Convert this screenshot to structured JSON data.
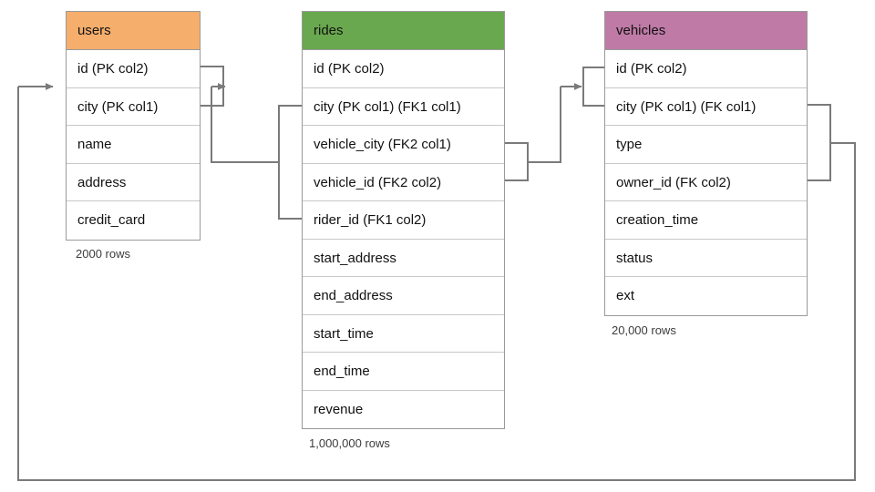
{
  "diagram": {
    "type": "entity-relationship-diagram",
    "background": "#ffffff",
    "line_color": "#7a7a7a"
  },
  "tables": [
    {
      "id": "users",
      "name": "users",
      "header_color": "#f5ae6b",
      "row_count_label": "2000 rows",
      "columns": [
        {
          "label": "id (PK col2)"
        },
        {
          "label": "city (PK col1)"
        },
        {
          "label": "name"
        },
        {
          "label": "address"
        },
        {
          "label": "credit_card"
        }
      ]
    },
    {
      "id": "rides",
      "name": "rides",
      "header_color": "#69a84f",
      "row_count_label": "1,000,000 rows",
      "columns": [
        {
          "label": "id (PK col2)"
        },
        {
          "label": "city (PK col1) (FK1 col1)"
        },
        {
          "label": "vehicle_city (FK2 col1)"
        },
        {
          "label": "vehicle_id (FK2 col2)"
        },
        {
          "label": "rider_id (FK1 col2)"
        },
        {
          "label": "start_address"
        },
        {
          "label": "end_address"
        },
        {
          "label": "start_time"
        },
        {
          "label": "end_time"
        },
        {
          "label": "revenue"
        }
      ]
    },
    {
      "id": "vehicles",
      "name": "vehicles",
      "header_color": "#bf7aa6",
      "row_count_label": "20,000 rows",
      "columns": [
        {
          "label": "id (PK col2)"
        },
        {
          "label": "city (PK col1) (FK col1)"
        },
        {
          "label": "type"
        },
        {
          "label": "owner_id (FK col2)"
        },
        {
          "label": "creation_time"
        },
        {
          "label": "status"
        },
        {
          "label": "ext"
        }
      ]
    }
  ],
  "relationships": [
    {
      "name": "rides-rider-to-users",
      "from_table": "rides",
      "from_columns": [
        "city (PK col1) (FK1 col1)",
        "rider_id (FK1 col2)"
      ],
      "to_table": "users",
      "to_columns": [
        "id (PK col2)",
        "city (PK col1)"
      ]
    },
    {
      "name": "rides-vehicle-to-vehicles",
      "from_table": "rides",
      "from_columns": [
        "vehicle_city (FK2 col1)",
        "vehicle_id (FK2 col2)"
      ],
      "to_table": "vehicles",
      "to_columns": [
        "id (PK col2)",
        "city (PK col1) (FK col1)"
      ]
    },
    {
      "name": "vehicles-owner-to-users",
      "from_table": "vehicles",
      "from_columns": [
        "city (PK col1) (FK col1)",
        "owner_id (FK col2)"
      ],
      "to_table": "users",
      "to_columns": [
        "id (PK col2)",
        "city (PK col1)"
      ]
    }
  ]
}
